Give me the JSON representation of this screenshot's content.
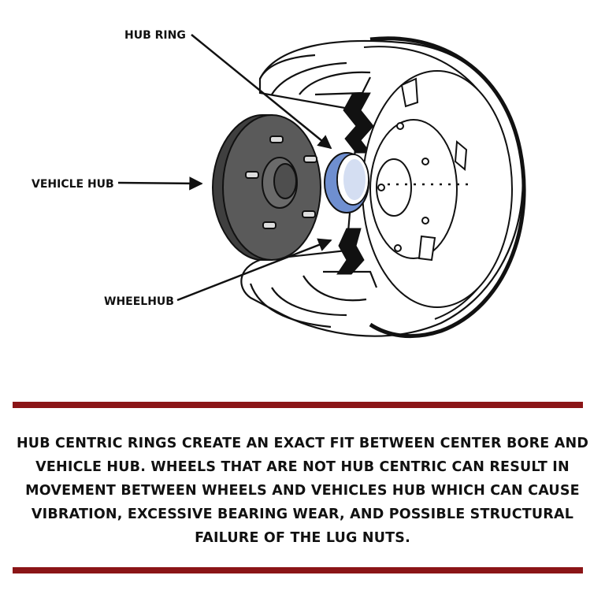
{
  "labels": {
    "hub_ring": "HUB RING",
    "vehicle_hub": "VEHICLE HUB",
    "wheelhub": "WHEELHUB"
  },
  "caption": {
    "lines": [
      "HUB CENTRIC RINGS CREATE AN EXACT FIT BETWEEN CENTER BORE AND",
      "VEHICLE HUB. WHEELS THAT ARE NOT HUB CENTRIC CAN RESULT IN",
      "MOVEMENT BETWEEN WHEELS AND VEHICLES HUB WHICH CAN CAUSE",
      "VIBRATION, EXCESSIVE BEARING WEAR, AND POSSIBLE STRUCTURAL",
      "FAILURE OF THE LUG NUTS."
    ]
  },
  "colors": {
    "rule": "#8b1517",
    "hub_ring": "#6f8fd0",
    "vehicle_hub": "#5a5a5a"
  }
}
